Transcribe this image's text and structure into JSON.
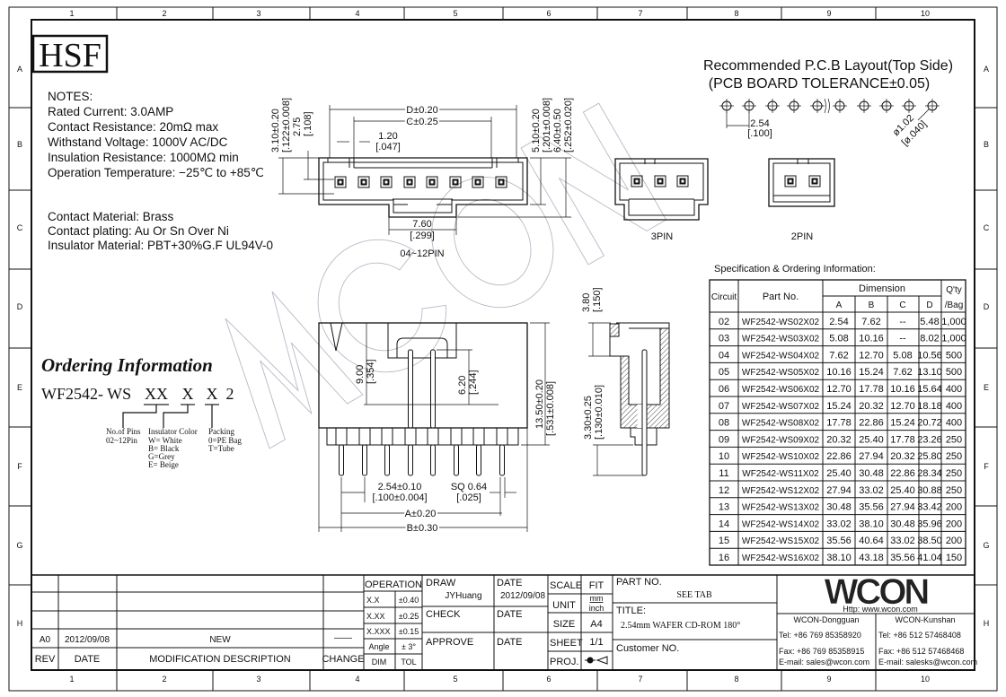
{
  "logo_box": "HSF",
  "grid": {
    "columns": [
      "1",
      "2",
      "3",
      "4",
      "5",
      "6",
      "7",
      "8",
      "9",
      "10"
    ],
    "rows": [
      "A",
      "B",
      "C",
      "D",
      "E",
      "F",
      "G",
      "H"
    ]
  },
  "notes": {
    "heading": "NOTES:",
    "lines": [
      "Rated Current: 3.0AMP",
      "Contact Resistance: 20mΩ max",
      "Withstand Voltage: 1000V AC/DC",
      "Insulation Resistance: 1000MΩ min",
      "Operation Temperature: −25℃ to +85℃"
    ],
    "materials": [
      "Contact Material: Brass",
      "Contact plating: Au Or Sn Over Ni",
      "Insulator Material: PBT+30%G.F UL94V-0"
    ]
  },
  "ordering": {
    "title": "Ordering Information",
    "code_prefix": "WF2542- WS",
    "code_pins": "XX",
    "code_color": "X",
    "code_packing": "X",
    "code_suffix": "2",
    "pins_label": "No.of Pins",
    "pins_range": "02~12Pin",
    "color_label": "Insulator Color",
    "colors": [
      "W= White",
      "B= Black",
      "G=Grey",
      "E= Beige"
    ],
    "packing_label": "Packing",
    "packing": [
      "0=PE Bag",
      "T=Tube"
    ]
  },
  "top_view": {
    "dim_d": "D±0.20",
    "dim_c": "C±0.25",
    "dim_gap": "1.20",
    "dim_gap_in": "[.047]",
    "dim_h1": "3.10±0.20",
    "dim_h1_in": "[.122±0.008]",
    "dim_h2": "2.75",
    "dim_h2_in": "[.108]",
    "dim_h3": "5.10±0.20",
    "dim_h3_in": "[.201±0.008]",
    "dim_h4": "6.40±0.50",
    "dim_h4_in": "[.252±0.020]",
    "dim_tab": "7.60",
    "dim_tab_in": "[.299]",
    "caption": "04~12PIN"
  },
  "pcb": {
    "title": "Recommended P.C.B Layout(Top Side)",
    "subtitle": "(PCB BOARD TOLERANCE±0.05)",
    "pitch": "2.54",
    "pitch_in": "[.100]",
    "hole": "ø1.02",
    "hole_in": "[ø.040]"
  },
  "variants": {
    "three_pin": "3PIN",
    "two_pin": "2PIN"
  },
  "front_view": {
    "dim_h": "9.00",
    "dim_h_in": "[.354]",
    "dim_p": "6.20",
    "dim_p_in": "[.244]",
    "dim_total": "13.50±0.20",
    "dim_total_in": "[.531±0.008]",
    "dim_pitch": "2.54±0.10",
    "dim_pitch_in": "[.100±0.004]",
    "dim_sq": "SQ 0.64",
    "dim_sq_in": "[.025]",
    "dim_a": "A±0.20",
    "dim_b": "B±0.30"
  },
  "side_view": {
    "dim_top": "3.80",
    "dim_top_in": "[.150]",
    "dim_tail": "3.30±0.25",
    "dim_tail_in": "[.130±0.010]"
  },
  "spec_table": {
    "title": "Specification & Ordering Information:",
    "headers": {
      "circuit": "Circuit",
      "part": "Part No.",
      "dimension": "Dimension",
      "a": "A",
      "b": "B",
      "c": "C",
      "d": "D",
      "qty1": "Q'ty",
      "qty2": "/Bag"
    },
    "rows": [
      [
        "02",
        "WF2542-WS02X02",
        "2.54",
        "7.62",
        "--",
        "5.48",
        "1,000"
      ],
      [
        "03",
        "WF2542-WS03X02",
        "5.08",
        "10.16",
        "--",
        "8.02",
        "1,000"
      ],
      [
        "04",
        "WF2542-WS04X02",
        "7.62",
        "12.70",
        "5.08",
        "10.56",
        "500"
      ],
      [
        "05",
        "WF2542-WS05X02",
        "10.16",
        "15.24",
        "7.62",
        "13.10",
        "500"
      ],
      [
        "06",
        "WF2542-WS06X02",
        "12.70",
        "17.78",
        "10.16",
        "15.64",
        "400"
      ],
      [
        "07",
        "WF2542-WS07X02",
        "15.24",
        "20.32",
        "12.70",
        "18.18",
        "400"
      ],
      [
        "08",
        "WF2542-WS08X02",
        "17.78",
        "22.86",
        "15.24",
        "20.72",
        "400"
      ],
      [
        "09",
        "WF2542-WS09X02",
        "20.32",
        "25.40",
        "17.78",
        "23.26",
        "250"
      ],
      [
        "10",
        "WF2542-WS10X02",
        "22.86",
        "27.94",
        "20.32",
        "25.80",
        "250"
      ],
      [
        "11",
        "WF2542-WS11X02",
        "25.40",
        "30.48",
        "22.86",
        "28.34",
        "250"
      ],
      [
        "12",
        "WF2542-WS12X02",
        "27.94",
        "33.02",
        "25.40",
        "30.88",
        "250"
      ],
      [
        "13",
        "WF2542-WS13X02",
        "30.48",
        "35.56",
        "27.94",
        "33.42",
        "200"
      ],
      [
        "14",
        "WF2542-WS14X02",
        "33.02",
        "38.10",
        "30.48",
        "35.96",
        "200"
      ],
      [
        "15",
        "WF2542-WS15X02",
        "35.56",
        "40.64",
        "33.02",
        "38.50",
        "200"
      ],
      [
        "16",
        "WF2542-WS16X02",
        "38.10",
        "43.18",
        "35.56",
        "41.04",
        "150"
      ]
    ]
  },
  "revision": {
    "rev": "A0",
    "date": "2012/09/08",
    "description": "NEW",
    "change": "——",
    "headers": {
      "rev": "REV",
      "date": "DATE",
      "description": "MODIFICATION DESCRIPTION",
      "change": "CHANGE"
    }
  },
  "tolerance": {
    "title": "OPERATION",
    "rows": [
      [
        "X.X",
        "±0.40"
      ],
      [
        "X.XX",
        "±0.25"
      ],
      [
        "X.XXX",
        "±0.15"
      ],
      [
        "Angle",
        "± 3°"
      ]
    ],
    "footer_dim": "DIM",
    "footer_tol": "TOL"
  },
  "title_block": {
    "draw_label": "DRAW",
    "draw_name": "JYHuang",
    "date_label": "DATE",
    "draw_date": "2012/09/08",
    "check_label": "CHECK",
    "approve_label": "APPROVE",
    "scale_label": "SCALE",
    "scale_value": "FIT",
    "unit_label": "UNIT",
    "unit_value_top": "mm",
    "unit_value_bottom": "inch",
    "size_label": "SIZE",
    "size_value": "A4",
    "sheet_label": "SHEET",
    "sheet_value": "1/1",
    "proj_label": "PROJ.",
    "part_no_label": "PART NO.",
    "part_no_value": "SEE TAB",
    "title_label": "TITLE:",
    "title_value": "2.54mm WAFER CD-ROM 180°",
    "customer_label": "Customer NO."
  },
  "company": {
    "logo": "WCON",
    "website": "Http: www.wcon.com",
    "watermark": "WCON",
    "offices": [
      {
        "name": "WCON-Dongguan",
        "tel": "Tel: +86 769 85358920",
        "fax": "Fax: +86 769 85358915",
        "email": "E-mail: sales@wcon.com"
      },
      {
        "name": "WCON-Kunshan",
        "tel": "Tel: +86 512 57468408",
        "fax": "Fax: +86 512 57468468",
        "email": "E-mail: salesks@wcon.com"
      }
    ]
  }
}
